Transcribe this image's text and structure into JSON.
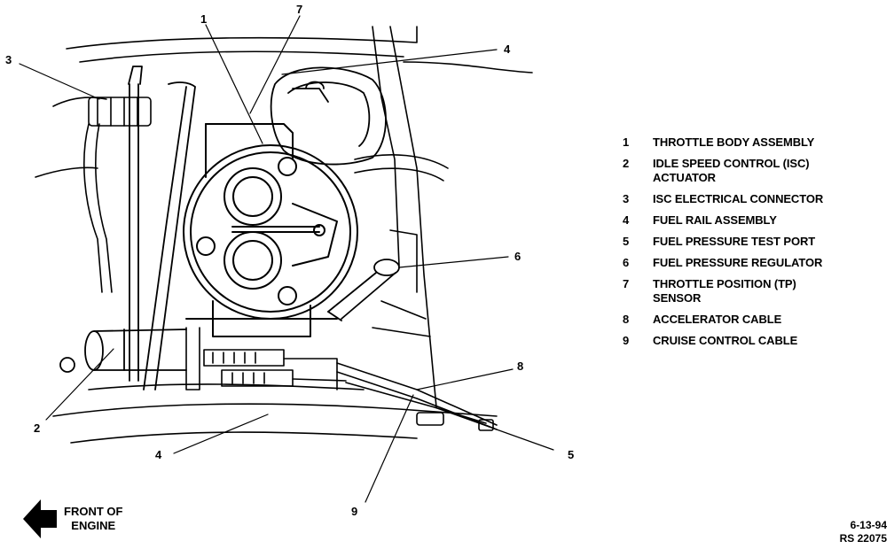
{
  "callouts": [
    "1",
    "2",
    "3",
    "4",
    "5",
    "6",
    "7",
    "8",
    "9"
  ],
  "legend": [
    {
      "num": "1",
      "text": "THROTTLE BODY ASSEMBLY"
    },
    {
      "num": "2",
      "text": "IDLE SPEED CONTROL (ISC)\nACTUATOR"
    },
    {
      "num": "3",
      "text": "ISC ELECTRICAL CONNECTOR"
    },
    {
      "num": "4",
      "text": "FUEL RAIL ASSEMBLY"
    },
    {
      "num": "5",
      "text": "FUEL PRESSURE TEST PORT"
    },
    {
      "num": "6",
      "text": "FUEL PRESSURE REGULATOR"
    },
    {
      "num": "7",
      "text": "THROTTLE POSITION (TP)\nSENSOR"
    },
    {
      "num": "8",
      "text": "ACCELERATOR CABLE"
    },
    {
      "num": "9",
      "text": "CRUISE CONTROL CABLE"
    }
  ],
  "front": {
    "line1": "FRONT OF",
    "line2": "ENGINE"
  },
  "reference": {
    "date": "6-13-94",
    "code": "RS 22075"
  },
  "colors": {
    "ink": "#000000",
    "paper": "#ffffff"
  }
}
